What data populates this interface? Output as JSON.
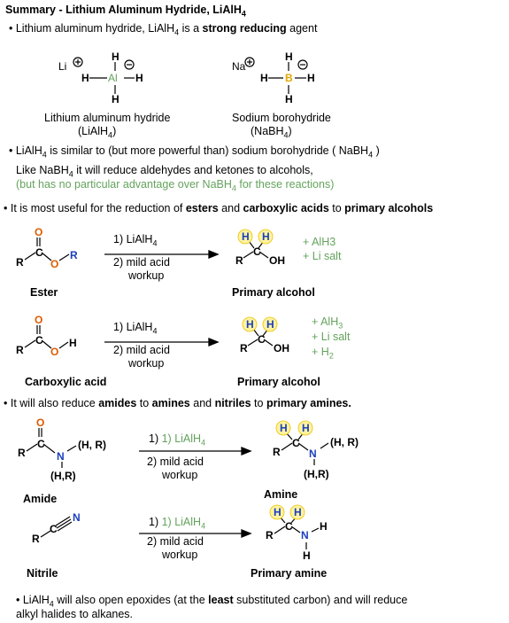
{
  "title": "Summary - Lithium Aluminum Hydride, LiAlH",
  "title_sub": "4",
  "bullet1": {
    "pre": "• Lithium aluminum hydride, LiAlH",
    "sub": "4",
    "mid": " is a ",
    "bold": "strong reducing",
    "post": " agent"
  },
  "lah_name": "Lithium aluminum hydride",
  "lah_formula": "(LiAlH",
  "lah_formula_sub": "4",
  "lah_formula_end": ")",
  "nabh_name": "Sodium borohydride",
  "nabh_formula": "(NaBH",
  "nabh_formula_sub": "4",
  "nabh_formula_end": ")",
  "bullet2": {
    "pre": "• LiAlH",
    "sub": "4",
    "mid": " is similar to (but more powerful than) sodium borohydride ( NaBH",
    "sub2": "4",
    "post": " )"
  },
  "line3": {
    "pre": "Like NaBH",
    "sub": "4",
    "post": " it will reduce aldehydes and ketones to alcohols,"
  },
  "line4": {
    "pre": "(but has no particular advantage over NaBH",
    "sub": "4",
    "post": " for these reactions)"
  },
  "bullet3": {
    "a": "• It is most useful for the reduction of ",
    "b": "esters",
    "c": " and ",
    "d": "carboxylic acids",
    "e": " to ",
    "f": "primary alcohols"
  },
  "bullet4": {
    "a": "• It will also reduce ",
    "b": "amides",
    "c": " to ",
    "d": "amines",
    "e": " and ",
    "f": "nitriles",
    "g": " to ",
    "h": "primary amines."
  },
  "bullet5": {
    "a": "• LiAlH",
    "sub": "4",
    "b": " will also open epoxides (at the ",
    "c": "least",
    "d": " substituted carbon) and will reduce",
    "e": "alkyl halides to alkanes."
  },
  "reagent1": "1) LiAlH",
  "reagent1_sub": "4",
  "reagent2": "2) mild acid",
  "reagent2b": "workup",
  "labels": {
    "ester": "Ester",
    "primary_alcohol": "Primary alcohol",
    "carboxylic_acid": "Carboxylic acid",
    "amide": "Amide",
    "amine": "Amine",
    "nitrile": "Nitrile",
    "primary_amine": "Primary amine"
  },
  "byproducts1": [
    "+ AlH3",
    "+ Li salt"
  ],
  "byproducts2": [
    "+ AlH",
    "3",
    "+ Li salt",
    "+ H",
    "2"
  ],
  "atoms": {
    "Li": "Li",
    "Na": "Na",
    "Al": "Al",
    "B": "B",
    "H": "H",
    "O": "O",
    "R": "R",
    "N": "N",
    "C": "C",
    "OH": "OH",
    "HR": "(H, R)",
    "HR2": "(H,R)"
  },
  "colors": {
    "green": "#63a35c",
    "oxygen": "#e05a00",
    "nitrogen": "#1a3fbf",
    "aluminum": "#63a35c",
    "boron": "#e0a800",
    "highlight": "#fff3a0",
    "highlight_stroke": "#e8c200"
  }
}
